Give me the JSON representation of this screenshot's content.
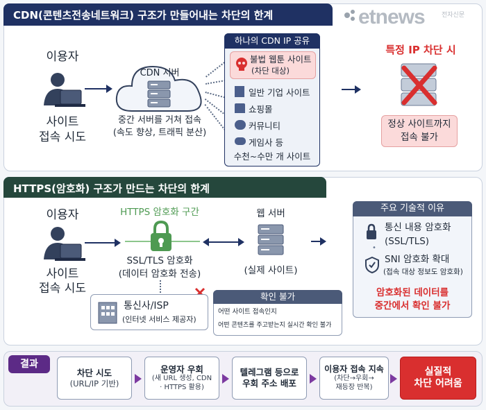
{
  "logo": {
    "text": "etnews",
    "sub": "전자신문"
  },
  "colors": {
    "navy": "#1f3163",
    "green": "#25473c",
    "red": "#d92f2f",
    "purple": "#5c2a86"
  },
  "cdn": {
    "title": "CDN(콘텐츠전송네트워크) 구조가 만들어내는 차단의 한계",
    "user_label": "이용자",
    "user_action": [
      "사이트",
      "접속 시도"
    ],
    "server_label": "CDN 서버",
    "server_desc": [
      "중간 서버를 거쳐 접속",
      "(속도 향상, 트래픽 분산)"
    ],
    "shared_header": "하나의 CDN IP 공유",
    "illegal_site": {
      "name": "불법 웹툰 사이트",
      "note": "(차단 대상)"
    },
    "sites": [
      {
        "icon": "building-icon",
        "label": "일반 기업 사이트"
      },
      {
        "icon": "shop-icon",
        "label": "쇼핑몰"
      },
      {
        "icon": "community-icon",
        "label": "커뮤니티"
      },
      {
        "icon": "game-icon",
        "label": "게임사 등"
      }
    ],
    "sites_footer": "수천~수만 개 사이트",
    "block_title": "특정 IP 차단 시",
    "block_result": [
      "정상 사이트까지",
      "접속 불가"
    ]
  },
  "https": {
    "title": "HTTPS(암호화) 구조가 만드는 차단의 한계",
    "user_label": "이용자",
    "user_action": [
      "사이트",
      "접속 시도"
    ],
    "encrypt_label": "HTTPS 암호화 구간",
    "tls_label": [
      "SSL/TLS 암호화",
      "(데이터 암호화 전송)"
    ],
    "web_server_label": "웹 서버",
    "web_server_note": "(실제 사이트)",
    "isp_label": [
      "통신사/ISP",
      "(인터넷 서비스 제공자)"
    ],
    "unverifiable": {
      "title": "확인 불가",
      "lines": [
        "어떤 사이트 접속인지",
        "어떤 콘텐츠를 주고받는지 실시간 확인 불가"
      ]
    },
    "reasons": {
      "title": "주요 기술적 이유",
      "items": [
        {
          "icon": "lock-icon",
          "line1": "통신 내용 암호화",
          "line2": "(SSL/TLS)"
        },
        {
          "icon": "shield-icon",
          "line1": "SNI 암호화 확대",
          "line2": "(접속 대상 정보도 암호화)"
        }
      ],
      "conclusion": [
        "암호화된 데이터를",
        "중간에서 확인 불가"
      ]
    }
  },
  "result": {
    "label": "결과",
    "steps": [
      {
        "line1": "차단 시도",
        "line2": "(URL/IP 기반)"
      },
      {
        "line1": "운영자 우회",
        "line2": "(새 URL 생성, CDN",
        "line3": "· HTTPS 활용)"
      },
      {
        "line1": "텔레그램 등으로",
        "line2": "우회 주소 배포"
      },
      {
        "line1": "이용자 접속 지속",
        "line2": "(차단→우회→",
        "line3": "재등장 반복)"
      }
    ],
    "final": [
      "실질적",
      "차단 어려움"
    ]
  }
}
